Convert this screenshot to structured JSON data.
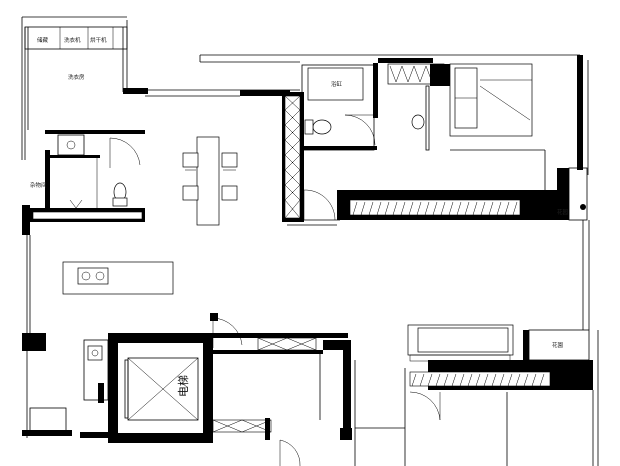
{
  "labels": {
    "storage": "储藏",
    "washer": "洗衣机",
    "dryer": "烘干机",
    "laundry_room": "洗衣房",
    "utility_room": "杂物间",
    "wash_basin": "浴缸",
    "garden_1": "花园",
    "garden_2": "花園",
    "elevator": "电梯"
  }
}
